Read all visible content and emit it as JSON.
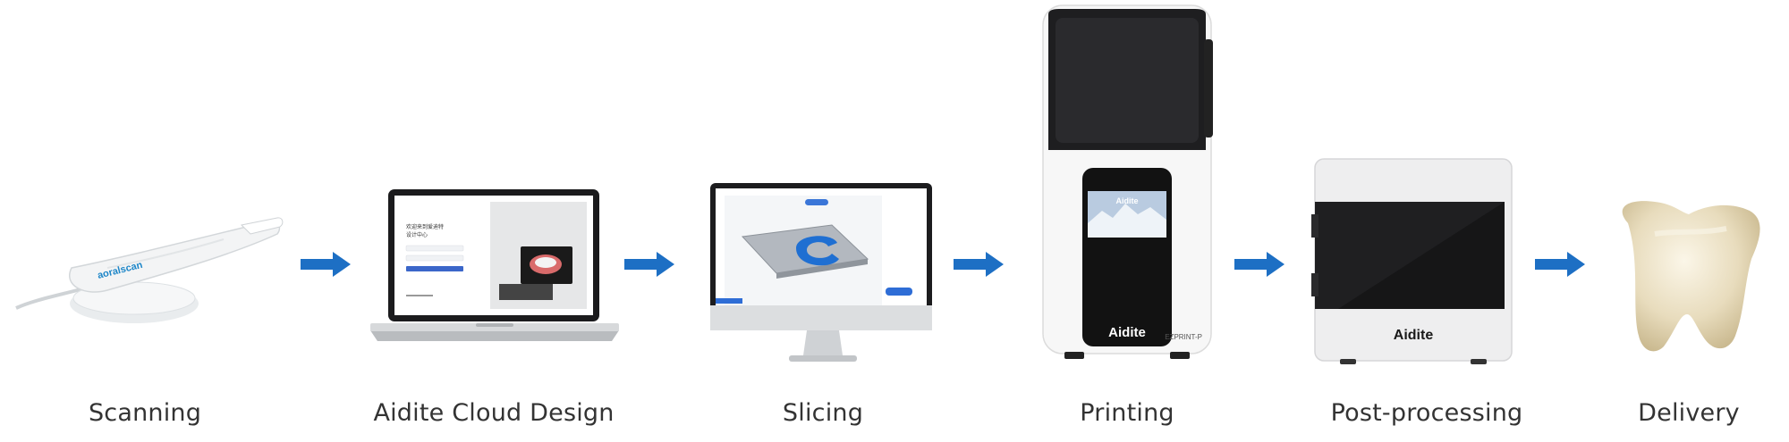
{
  "steps": [
    {
      "label": "Scanning",
      "icon": "intraoral-scanner-icon"
    },
    {
      "label": "Aidite Cloud Design",
      "icon": "laptop-icon"
    },
    {
      "label": "Slicing",
      "icon": "monitor-icon"
    },
    {
      "label": "Printing",
      "icon": "3d-printer-icon"
    },
    {
      "label": "Post-processing",
      "icon": "curing-unit-icon"
    },
    {
      "label": "Delivery",
      "icon": "dental-crown-icon"
    }
  ],
  "device_branding": {
    "scanner_logo": "aoralscan",
    "printer_brand": "Aidite",
    "printer_screen_brand": "Aidite",
    "printer_model": "EZPRINT-P",
    "post_processing_brand": "Aidite"
  },
  "laptop_screen": {
    "welcome_line1": "欢迎来到爱迪特",
    "welcome_line2": "设计中心"
  },
  "colors": {
    "arrow": "#1d6fc4",
    "label_text": "#333333",
    "model_blue": "#1f6fd2"
  }
}
